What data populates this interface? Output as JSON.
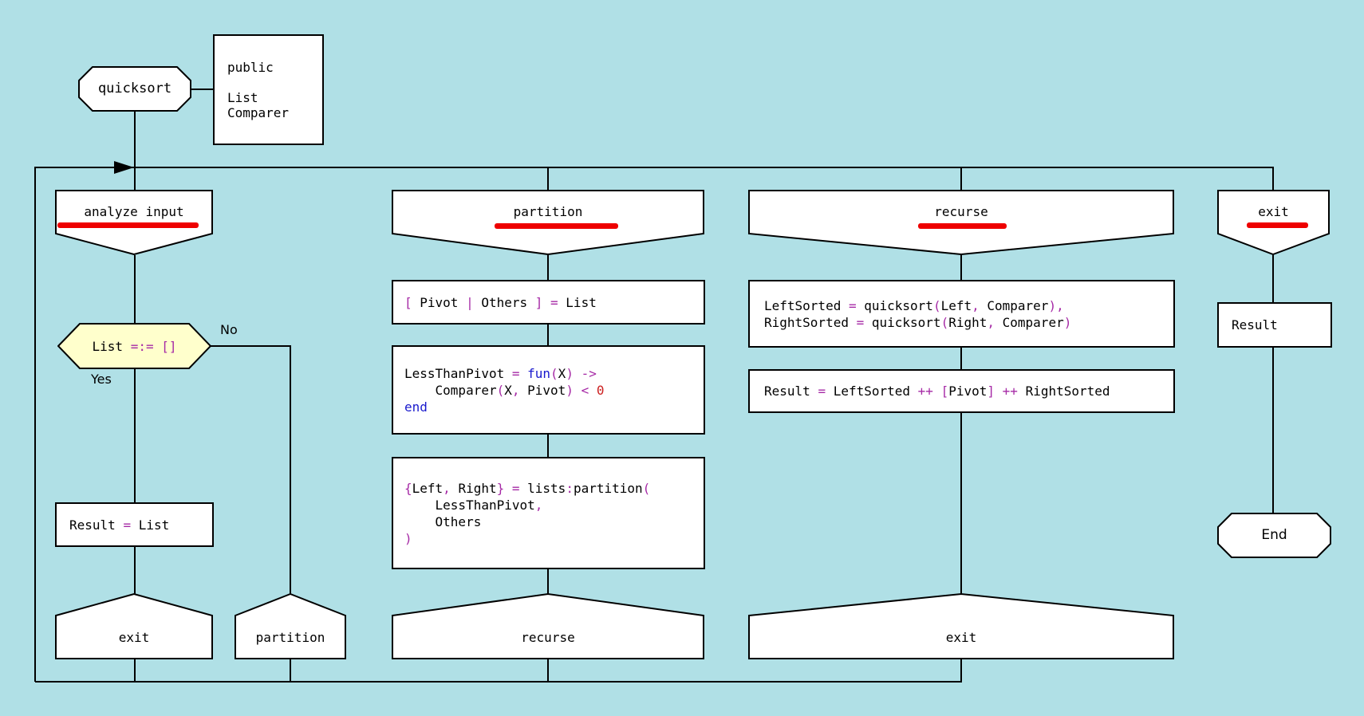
{
  "colors": {
    "background": "#B0E0E6",
    "shape_fill": "#FFFFFF",
    "decision_fill": "#FFFFCC",
    "line": "#000000",
    "header_underline": "#EE0000",
    "punctuation": "#A62AA6",
    "keyword": "#1A1ACD",
    "number": "#CC2020",
    "text": "#000000"
  },
  "start_node": {
    "label": "quicksort"
  },
  "params_node": {
    "lines": [
      "public",
      "",
      "List",
      "Comparer"
    ]
  },
  "headers": {
    "analyze": "analyze input",
    "partition": "partition",
    "recurse": "recurse",
    "exit": "exit"
  },
  "footers": {
    "exit1": "exit",
    "partition": "partition",
    "recurse": "recurse",
    "exit2": "exit"
  },
  "decision": {
    "yes_label": "Yes",
    "no_label": "No"
  },
  "end_node": {
    "label": "End"
  },
  "output_node": {
    "label": "Result"
  },
  "code": {
    "decision_condition": {
      "lines": [
        [
          {
            "t": "List ",
            "c": "t"
          },
          {
            "t": "=:= ",
            "c": "p"
          },
          {
            "t": "[]",
            "c": "p"
          }
        ]
      ]
    },
    "result_list": {
      "lines": [
        [
          {
            "t": "Result ",
            "c": "t"
          },
          {
            "t": "= ",
            "c": "p"
          },
          {
            "t": "List",
            "c": "t"
          }
        ]
      ]
    },
    "pivot_match": {
      "lines": [
        [
          {
            "t": "[ ",
            "c": "p"
          },
          {
            "t": "Pivot ",
            "c": "t"
          },
          {
            "t": "| ",
            "c": "p"
          },
          {
            "t": "Others ",
            "c": "t"
          },
          {
            "t": "] ",
            "c": "p"
          },
          {
            "t": "= ",
            "c": "p"
          },
          {
            "t": "List",
            "c": "t"
          }
        ]
      ]
    },
    "less_than_pivot": {
      "lines": [
        [
          {
            "t": "LessThanPivot ",
            "c": "t"
          },
          {
            "t": "= ",
            "c": "p"
          },
          {
            "t": "fun",
            "c": "k"
          },
          {
            "t": "(",
            "c": "p"
          },
          {
            "t": "X",
            "c": "t"
          },
          {
            "t": ") ",
            "c": "p"
          },
          {
            "t": "->",
            "c": "p"
          }
        ],
        [
          {
            "t": "    Comparer",
            "c": "t"
          },
          {
            "t": "(",
            "c": "p"
          },
          {
            "t": "X",
            "c": "t"
          },
          {
            "t": ", ",
            "c": "p"
          },
          {
            "t": "Pivot",
            "c": "t"
          },
          {
            "t": ") ",
            "c": "p"
          },
          {
            "t": "< ",
            "c": "p"
          },
          {
            "t": "0",
            "c": "n"
          }
        ],
        [
          {
            "t": "end",
            "c": "k"
          }
        ]
      ]
    },
    "lists_partition": {
      "lines": [
        [
          {
            "t": "{",
            "c": "p"
          },
          {
            "t": "Left",
            "c": "t"
          },
          {
            "t": ", ",
            "c": "p"
          },
          {
            "t": "Right",
            "c": "t"
          },
          {
            "t": "} ",
            "c": "p"
          },
          {
            "t": "= ",
            "c": "p"
          },
          {
            "t": "lists",
            "c": "t"
          },
          {
            "t": ":",
            "c": "p"
          },
          {
            "t": "partition",
            "c": "t"
          },
          {
            "t": "(",
            "c": "p"
          }
        ],
        [
          {
            "t": "    LessThanPivot",
            "c": "t"
          },
          {
            "t": ",",
            "c": "p"
          }
        ],
        [
          {
            "t": "    Others",
            "c": "t"
          }
        ],
        [
          {
            "t": ")",
            "c": "p"
          }
        ]
      ]
    },
    "recurse_calls": {
      "lines": [
        [
          {
            "t": "LeftSorted ",
            "c": "t"
          },
          {
            "t": "= ",
            "c": "p"
          },
          {
            "t": "quicksort",
            "c": "t"
          },
          {
            "t": "(",
            "c": "p"
          },
          {
            "t": "Left",
            "c": "t"
          },
          {
            "t": ", ",
            "c": "p"
          },
          {
            "t": "Comparer",
            "c": "t"
          },
          {
            "t": "),",
            "c": "p"
          }
        ],
        [
          {
            "t": "RightSorted ",
            "c": "t"
          },
          {
            "t": "= ",
            "c": "p"
          },
          {
            "t": "quicksort",
            "c": "t"
          },
          {
            "t": "(",
            "c": "p"
          },
          {
            "t": "Right",
            "c": "t"
          },
          {
            "t": ", ",
            "c": "p"
          },
          {
            "t": "Comparer",
            "c": "t"
          },
          {
            "t": ")",
            "c": "p"
          }
        ]
      ]
    },
    "concat_result": {
      "lines": [
        [
          {
            "t": "Result ",
            "c": "t"
          },
          {
            "t": "= ",
            "c": "p"
          },
          {
            "t": "LeftSorted ",
            "c": "t"
          },
          {
            "t": "++ ",
            "c": "p"
          },
          {
            "t": "[",
            "c": "p"
          },
          {
            "t": "Pivot",
            "c": "t"
          },
          {
            "t": "] ",
            "c": "p"
          },
          {
            "t": "++ ",
            "c": "p"
          },
          {
            "t": "RightSorted",
            "c": "t"
          }
        ]
      ]
    }
  }
}
